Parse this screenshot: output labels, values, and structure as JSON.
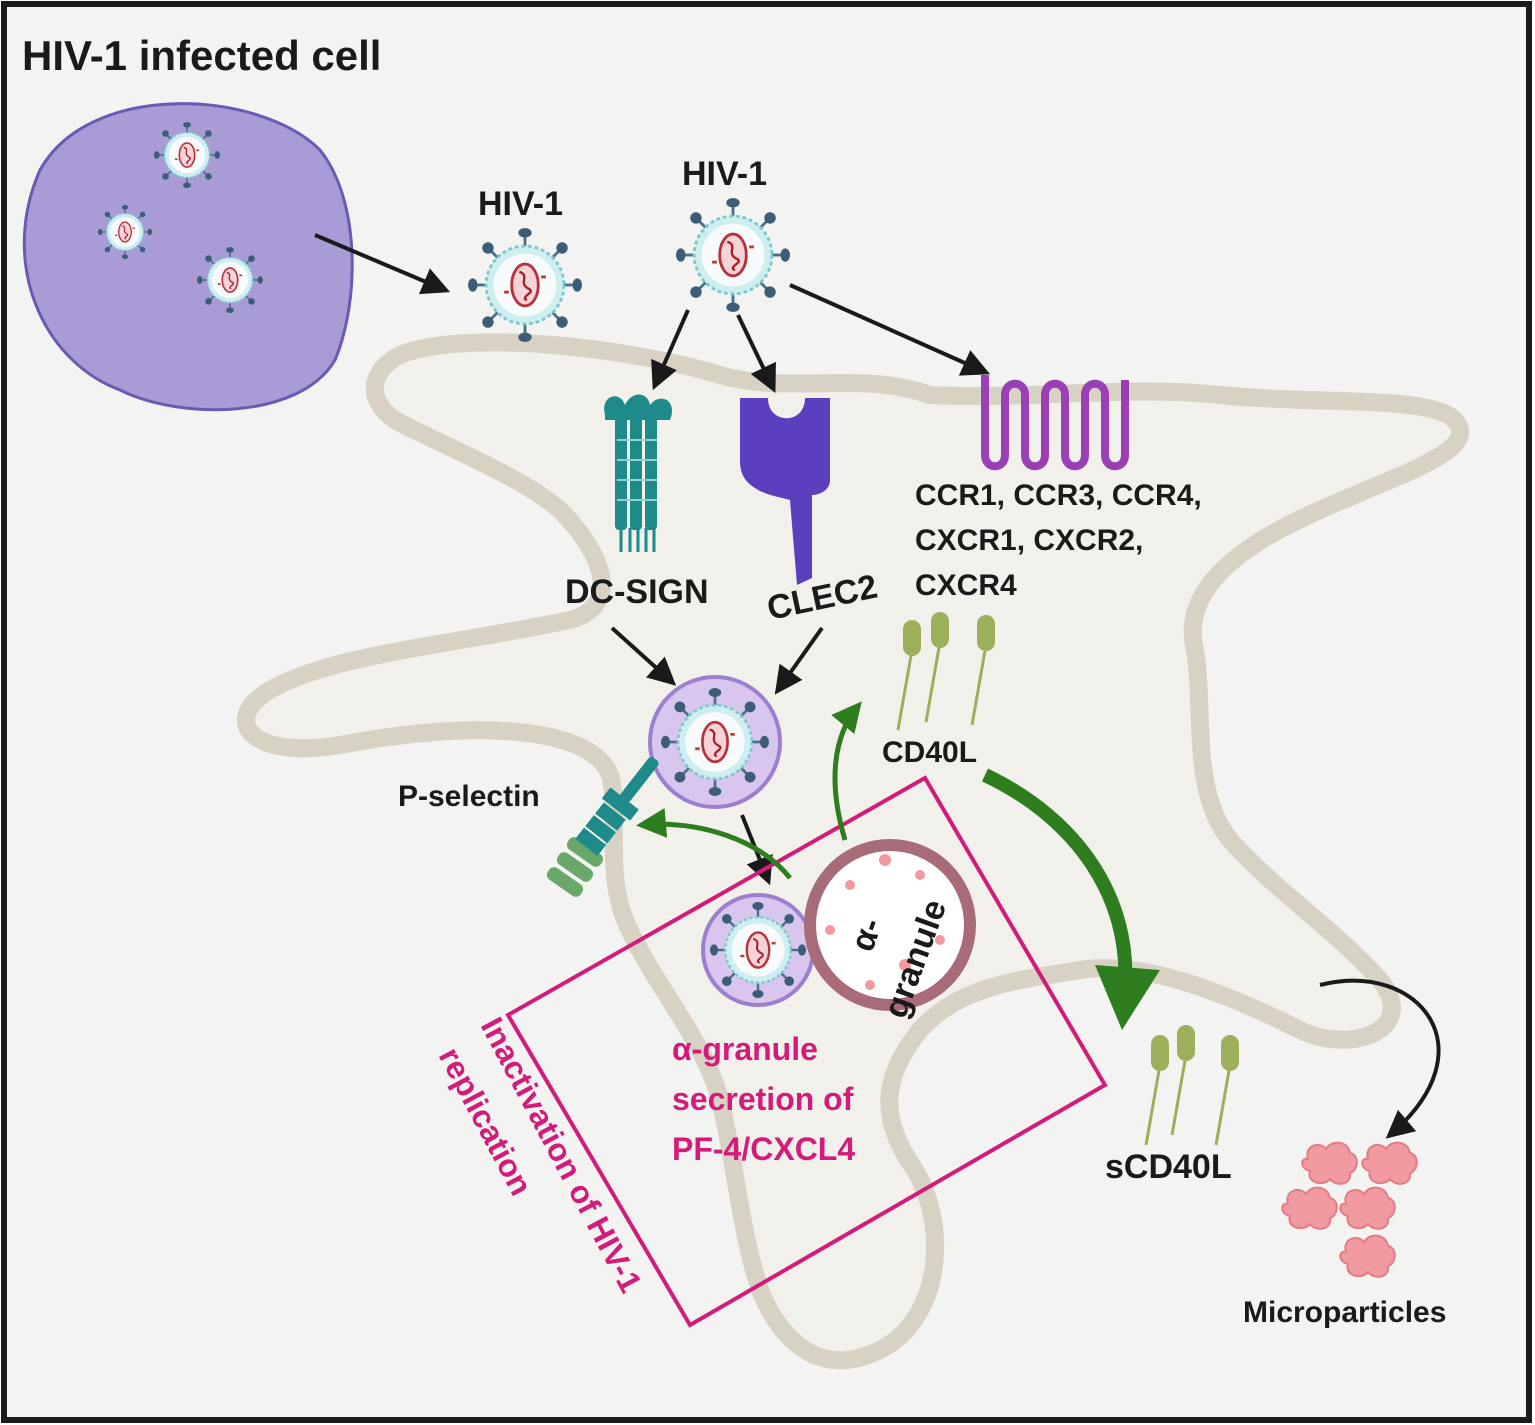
{
  "title": "HIV-1 infected cell",
  "labels": {
    "hiv1_left": "HIV-1",
    "hiv1_right": "HIV-1",
    "dc_sign": "DC-SIGN",
    "clec2": "CLEC2",
    "ccr_line1": "CCR1, CCR3, CCR4,",
    "ccr_line2": "CXCR1, CXCR2,",
    "ccr_line3": "CXCR4",
    "cd40l": "CD40L",
    "p_selectin": "P-selectin",
    "granule_line1": "α-",
    "granule_line2": "granule",
    "secretion_line1": "α-granule",
    "secretion_line2": "secretion of",
    "secretion_line3": "PF-4/CXCL4",
    "inactivation_line1": "Inactivation of HIV-1",
    "inactivation_line2": "replication",
    "scd40l": "sCD40L",
    "microparticles": "Microparticles"
  },
  "colors": {
    "infected_cell": "#a89bd6",
    "platelet": "#f2f0ea",
    "platelet_outline": "#d8d2c4",
    "virus_envelope": "#8fd3d8",
    "receptor_teal": "#1e8a8a",
    "clec2": "#5b3fbf",
    "ccr_receptor": "#9b3fb5",
    "cd40l": "#9caf5a",
    "granule": "#a86b78",
    "microparticle": "#f19aa0",
    "highlight": "#d31c7a",
    "green_arrow": "#2e7d1e"
  },
  "icons": [
    "virus-icon",
    "dc-sign-receptor-icon",
    "clec2-receptor-icon",
    "ccr-receptor-icon",
    "cd40l-icon",
    "p-selectin-icon",
    "alpha-granule-icon",
    "microparticle-icon"
  ]
}
